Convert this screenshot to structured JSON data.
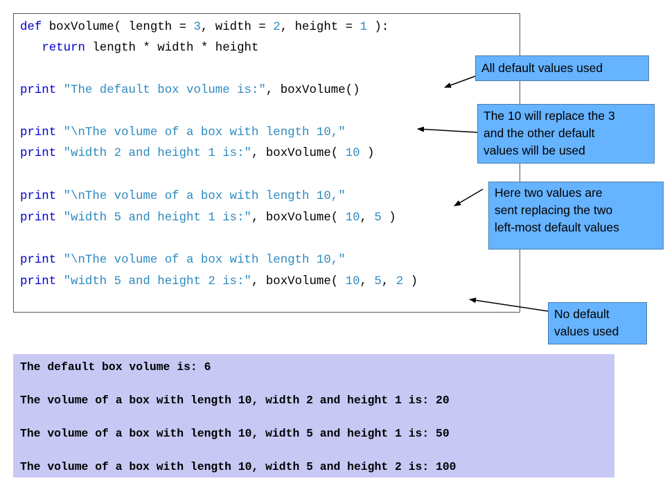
{
  "code": {
    "line1": {
      "def": "def",
      "head": " boxVolume( length = ",
      "n3": "3",
      "c1": ", width = ",
      "n2": "2",
      "c2": ", height = ",
      "n1": "1",
      "tail": " ):"
    },
    "line2": {
      "indent": "   ",
      "ret": "return",
      "rest": " length * width * height"
    },
    "line3": {
      "kw": "print",
      "sp": " ",
      "str": "\"The default box volume is:\"",
      "rest": ", boxVolume()"
    },
    "line4": {
      "kw": "print",
      "sp": " ",
      "str": "\"\\nThe volume of a box with length 10,\""
    },
    "line5": {
      "kw": "print",
      "sp": " ",
      "str": "\"width 2 and height 1 is:\"",
      "c": ", boxVolume( ",
      "a1": "10",
      "tail": " )"
    },
    "line6": {
      "kw": "print",
      "sp": " ",
      "str": "\"\\nThe volume of a box with length 10,\""
    },
    "line7": {
      "kw": "print",
      "sp": " ",
      "str": "\"width 5 and height 1 is:\"",
      "c": ", boxVolume( ",
      "a1": "10",
      "s1": ", ",
      "a2": "5",
      "tail": " )"
    },
    "line8": {
      "kw": "print",
      "sp": " ",
      "str": "\"\\nThe volume of a box with length 10,\""
    },
    "line9": {
      "kw": "print",
      "sp": " ",
      "str": "\"width 5 and height 2 is:\"",
      "c": ", boxVolume( ",
      "a1": "10",
      "s1": ", ",
      "a2": "5",
      "s2": ", ",
      "a3": "2",
      "tail": " )"
    }
  },
  "notes": {
    "all_default": "All default values used",
    "replace_3": [
      "The 10 will replace the 3",
      "and the other default",
      "values will be used"
    ],
    "two_values": [
      "Here two values are",
      "sent replacing the two",
      "left-most default values"
    ],
    "no_default": [
      "No default",
      "values used"
    ]
  },
  "output": [
    "The default box volume is: 6",
    "The volume of a box with length 10, width 2 and height 1 is: 20",
    "The volume of a box with length 10, width 5 and height 1 is: 50",
    "The volume of a box with length 10, width 5 and height 2 is: 100"
  ],
  "colors": {
    "keyword": "#0000cc",
    "string": "#2e8bc0",
    "note_bg": "#66b3ff",
    "output_bg": "#c8c8f5"
  }
}
